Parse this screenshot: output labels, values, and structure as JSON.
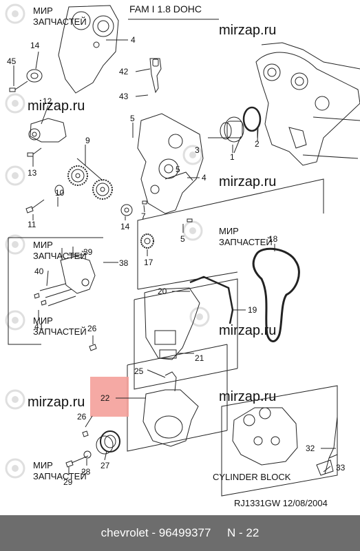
{
  "header": {
    "title": "FAM I  1.8 DOHC"
  },
  "watermark": {
    "site": "mirzap.ru",
    "brand_line1": "МИР",
    "brand_line2": "ЗАПЧАСТЕЙ"
  },
  "labels": {
    "p45": "45",
    "p14a": "14",
    "p4a": "4",
    "p42": "42",
    "p43": "43",
    "p12": "12",
    "p5a": "5",
    "p9": "9",
    "p13": "13",
    "p10": "10",
    "p11": "11",
    "p3": "3",
    "p5b": "5",
    "p4b": "4",
    "p7": "7",
    "p14b": "14",
    "p5c": "5",
    "p17": "17",
    "p1": "1",
    "p2": "2",
    "p39": "39",
    "p38": "38",
    "p40": "40",
    "p41": "41",
    "p18": "18",
    "p20": "20",
    "p19": "19",
    "p26a": "26",
    "p21": "21",
    "p25": "25",
    "p22": "22",
    "p26b": "26",
    "p27": "27",
    "p28": "28",
    "p29": "29",
    "p32": "32",
    "p33": "33"
  },
  "caption": {
    "cylinder_block": "CYLINDER BLOCK",
    "ref": "RJ1331GW  12/08/2004"
  },
  "highlight": {
    "part": "22",
    "color": "#f4a09a"
  },
  "footer": {
    "brand": "chevrolet",
    "sep": " - ",
    "part_number": "96499377",
    "position": "N - 22"
  },
  "colors": {
    "footer_bg": "#6d6d6d",
    "line": "#222222"
  }
}
